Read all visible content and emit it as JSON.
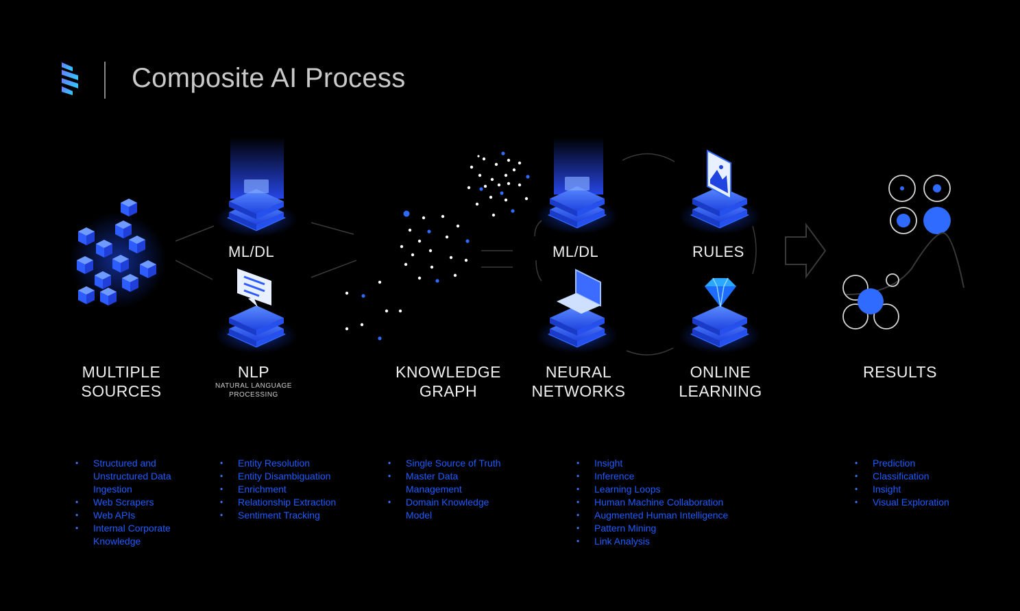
{
  "header": {
    "title": "Composite AI Process"
  },
  "colors": {
    "accent": "#1f5cff",
    "bright": "#3d7cff",
    "background": "#000000"
  },
  "nodes": {
    "mldl_left": "ML/DL",
    "mldl_right": "ML/DL",
    "rules": "RULES"
  },
  "stages": {
    "sources": {
      "line1": "MULTIPLE",
      "line2": "SOURCES"
    },
    "nlp": {
      "line1": "NLP",
      "sub1": "NATURAL LANGUAGE",
      "sub2": "PROCESSING"
    },
    "kg": {
      "line1": "KNOWLEDGE",
      "line2": "GRAPH"
    },
    "nn": {
      "line1": "NEURAL",
      "line2": "NETWORKS"
    },
    "ol": {
      "line1": "ONLINE",
      "line2": "LEARNING"
    },
    "results": {
      "line1": "RESULTS"
    }
  },
  "bullets": {
    "sources": [
      "Structured and",
      "Unstructured Data",
      "Ingestion",
      "Web Scrapers",
      "Web APIs",
      "Internal Corporate",
      "Knowledge"
    ],
    "nlp": [
      "Entity Resolution",
      "Entity Disambiguation",
      "Enrichment",
      "Relationship Extraction",
      "Sentiment Tracking"
    ],
    "kg": [
      "Single Source of Truth",
      "Master Data",
      "Management",
      "Domain Knowledge",
      "Model"
    ],
    "nn": [
      "Insight",
      "Inference",
      "Learning Loops",
      "Human Machine Collaboration",
      "Augmented Human Intelligence",
      "Pattern Mining",
      "Link Analysis"
    ],
    "results": [
      "Prediction",
      "Classification",
      "Insight",
      "Visual Exploration"
    ]
  }
}
